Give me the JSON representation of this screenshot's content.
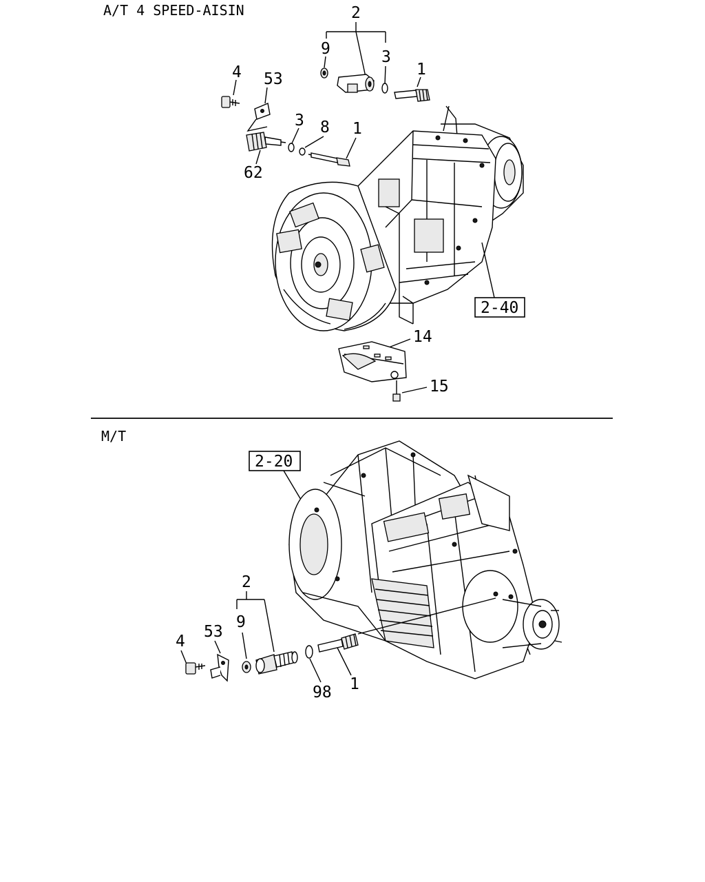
{
  "sections": {
    "at_title": "A/T 4 SPEED-AISIN",
    "mt_title": "M/T"
  },
  "at_callouts": {
    "c2": "2",
    "c9": "9",
    "c3a": "3",
    "c1a": "1",
    "c4": "4",
    "c53": "53",
    "c3b": "3",
    "c8": "8",
    "c1b": "1",
    "c62": "62",
    "ref_2_40": "2-40",
    "c14": "14",
    "c15": "15"
  },
  "mt_callouts": {
    "ref_2_20": "2-20",
    "c2": "2",
    "c9": "9",
    "c4": "4",
    "c53": "53",
    "c98": "98",
    "c1": "1"
  },
  "icons": [
    "transmission-assembly",
    "speedometer-sleeve",
    "o-ring",
    "driven-gear",
    "bolt",
    "bracket",
    "cover-plate"
  ]
}
